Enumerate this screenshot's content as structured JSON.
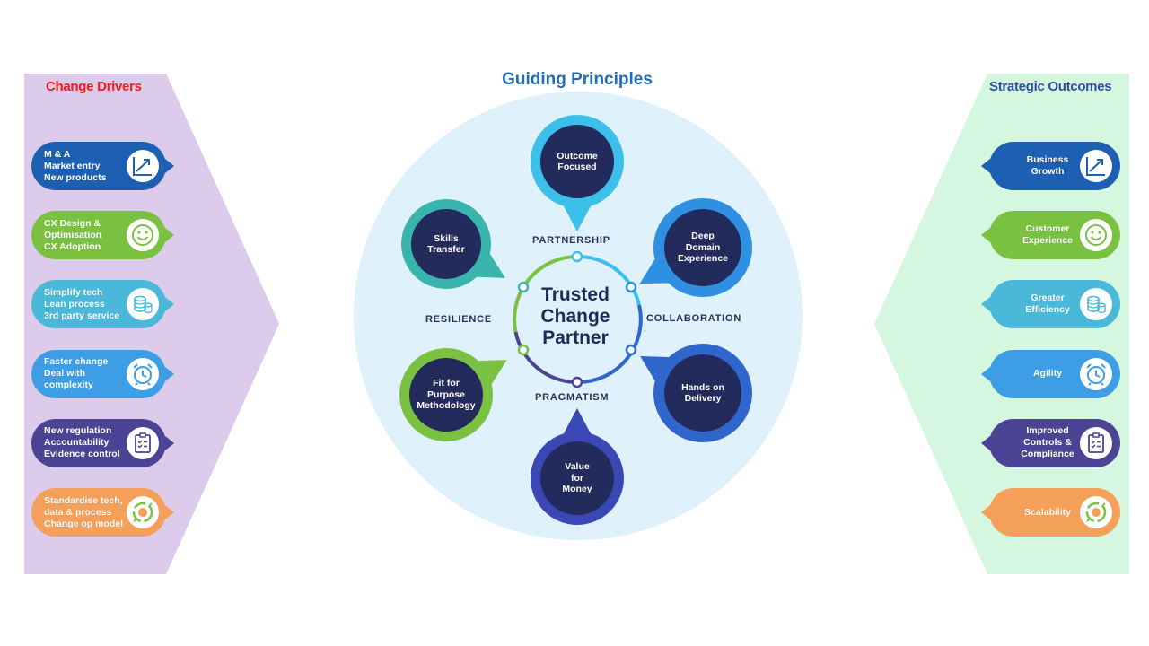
{
  "left_panel": {
    "title": "Change Drivers",
    "items": [
      {
        "text": "M & A\nMarket entry\nNew products",
        "color": "#1d5fb3",
        "icon": "growth-chart-icon"
      },
      {
        "text": "CX Design &\nOptimisation\nCX Adoption",
        "color": "#7ac142",
        "icon": "smiley-icon"
      },
      {
        "text": "Simplify tech\nLean process\n3rd party service",
        "color": "#4ab8d9",
        "icon": "coins-icon"
      },
      {
        "text": "Faster change\nDeal with\ncomplexity",
        "color": "#3d9ee6",
        "icon": "alarm-clock-icon"
      },
      {
        "text": "New regulation\nAccountability\nEvidence control",
        "color": "#4b4394",
        "icon": "checklist-icon"
      },
      {
        "text": "Standardise tech,\ndata & process\nChange op model",
        "color": "#f5a05a",
        "icon": "cycle-icon"
      }
    ]
  },
  "right_panel": {
    "title": "Strategic Outcomes",
    "items": [
      {
        "text": "Business\nGrowth",
        "color": "#1d5fb3",
        "icon": "growth-chart-icon"
      },
      {
        "text": "Customer\nExperience",
        "color": "#7ac142",
        "icon": "smiley-icon"
      },
      {
        "text": "Greater\nEfficiency",
        "color": "#4ab8d9",
        "icon": "coins-icon"
      },
      {
        "text": "Agility",
        "color": "#3d9ee6",
        "icon": "alarm-clock-icon"
      },
      {
        "text": "Improved\nControls &\nCompliance",
        "color": "#4b4394",
        "icon": "checklist-icon"
      },
      {
        "text": "Scalability",
        "color": "#f5a05a",
        "icon": "cycle-icon"
      }
    ]
  },
  "center": {
    "title": "Guiding Principles",
    "hub": "Trusted\nChange\nPartner",
    "axes": {
      "top": "PARTNERSHIP",
      "right": "COLLABORATION",
      "bottom": "PRAGMATISM",
      "left": "RESILIENCE"
    },
    "nodes": [
      {
        "text": "Outcome\nFocused",
        "color": "#3cc0ea"
      },
      {
        "text": "Deep\nDomain\nExperience",
        "color": "#2f8fe0"
      },
      {
        "text": "Hands on\nDelivery",
        "color": "#2f66cc"
      },
      {
        "text": "Value\nfor\nMoney",
        "color": "#3a48b5"
      },
      {
        "text": "Fit for\nPurpose\nMethodology",
        "color": "#7ac142"
      },
      {
        "text": "Skills\nTransfer",
        "color": "#3ab5ad"
      }
    ],
    "node_core_color": "#232a5c"
  }
}
